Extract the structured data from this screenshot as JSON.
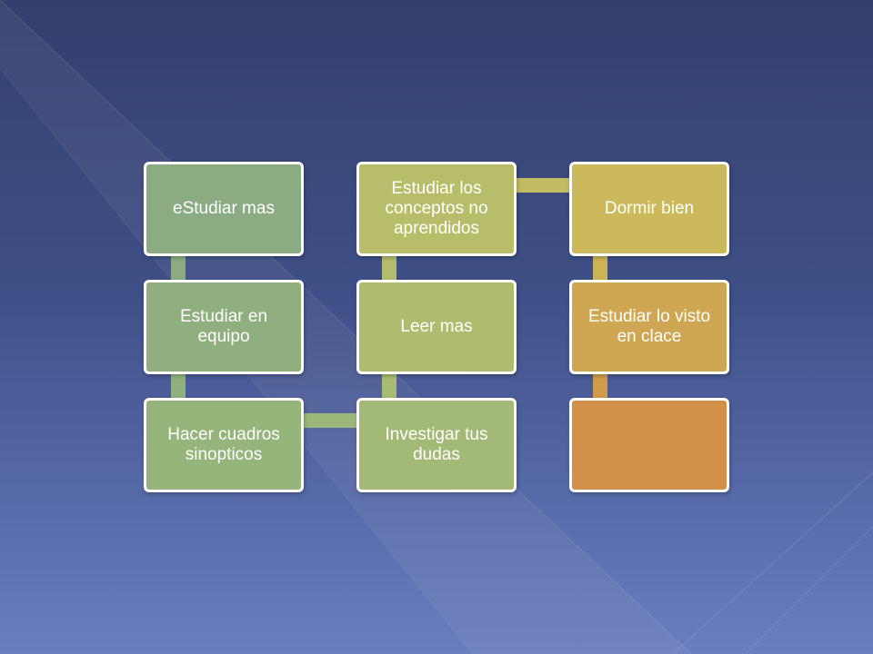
{
  "boxes": [
    {
      "id": "b1",
      "label": "eStudiar mas",
      "color": "#8bab82"
    },
    {
      "id": "b2",
      "label": "Estudiar en equipo",
      "color": "#8fb07e"
    },
    {
      "id": "b3",
      "label": "Hacer cuadros sinopticos",
      "color": "#95b57a"
    },
    {
      "id": "b4",
      "label": "Investigar tus dudas",
      "color": "#a3ba76"
    },
    {
      "id": "b5",
      "label": "Leer mas",
      "color": "#adbc6e"
    },
    {
      "id": "b6",
      "label": "Estudiar los conceptos no aprendidos",
      "color": "#b7bd68"
    },
    {
      "id": "b7",
      "label": "Dormir bien",
      "color": "#ccb95c"
    },
    {
      "id": "b8",
      "label": "Estudiar lo visto en clace",
      "color": "#cfa752"
    },
    {
      "id": "b9",
      "label": "",
      "color": "#d28f47"
    }
  ],
  "connector_colors": {
    "b1_b2": "#8bab82",
    "b2_b3": "#8fb07e",
    "b3_b4": "#9db77a",
    "b4_b5": "#a8bb72",
    "b5_b6": "#b2bc6c",
    "b6_b7": "#c2bb62",
    "b7_b8": "#cdb357",
    "b8_b9": "#d09b4c"
  }
}
